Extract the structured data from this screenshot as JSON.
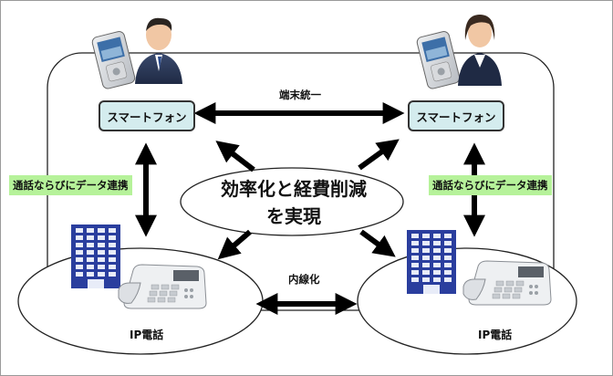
{
  "nodes": {
    "left_phone_box": "スマートフォン",
    "right_phone_box": "スマートフォン",
    "left_ip_phone": "IP電話",
    "right_ip_phone": "IP電話"
  },
  "links": {
    "top": "端末統一",
    "bottom": "内線化",
    "left_tag": "通話ならびにデータ連携",
    "right_tag": "通話ならびにデータ連携"
  },
  "center": {
    "line1": "効率化と経費削減",
    "line2": "を実現"
  },
  "icons": [
    "smartphone-icon",
    "businessman-icon",
    "businesswoman-icon",
    "office-building-icon",
    "ip-desk-phone-icon"
  ],
  "colors": {
    "box_fill": "#d4ecee",
    "tag_fill": "#b6f29a",
    "building_blue": "#2a3e9e"
  }
}
